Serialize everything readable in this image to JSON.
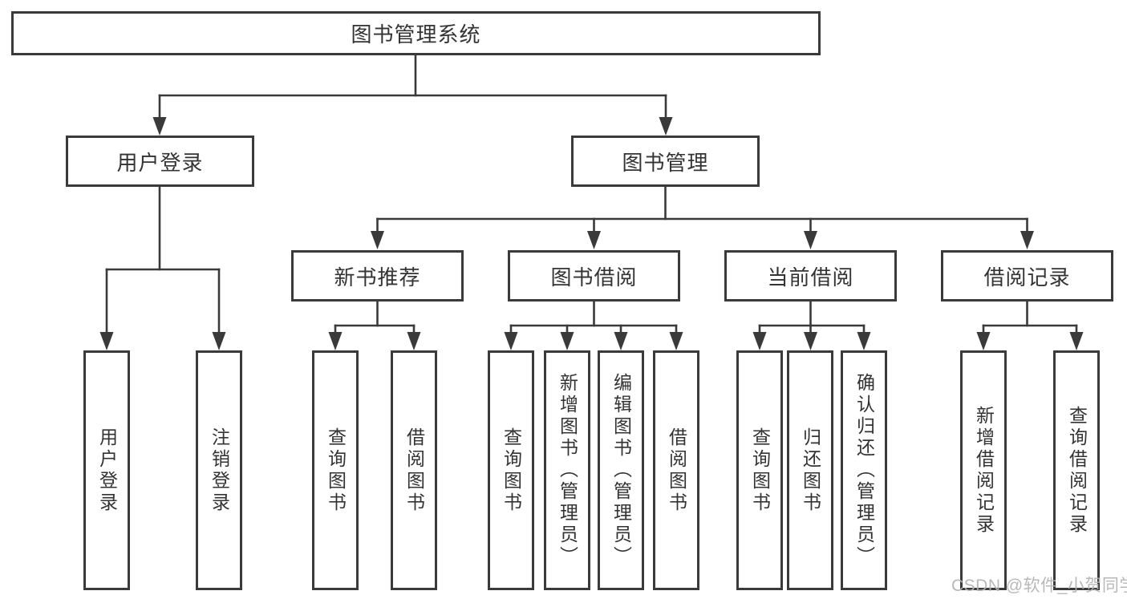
{
  "diagram": {
    "root": {
      "label": "图书管理系统"
    },
    "login": {
      "label": "用户登录",
      "children": [
        {
          "label": "用户登录"
        },
        {
          "label": "注销登录"
        }
      ]
    },
    "management": {
      "label": "图书管理",
      "groups": [
        {
          "label": "新书推荐",
          "children": [
            {
              "label": "查询图书"
            },
            {
              "label": "借阅图书"
            }
          ]
        },
        {
          "label": "图书借阅",
          "children": [
            {
              "label": "查询图书"
            },
            {
              "label": "新增图书（管理员）"
            },
            {
              "label": "编辑图书（管理员）"
            },
            {
              "label": "借阅图书"
            }
          ]
        },
        {
          "label": "当前借阅",
          "children": [
            {
              "label": "查询图书"
            },
            {
              "label": "归还图书"
            },
            {
              "label": "确认归还（管理员）"
            }
          ]
        },
        {
          "label": "借阅记录",
          "children": [
            {
              "label": "新增借阅记录"
            },
            {
              "label": "查询借阅记录"
            }
          ]
        }
      ]
    }
  },
  "watermark": {
    "text": "CSDN @软件_小贺同学"
  },
  "colors": {
    "line": "#3a3a3a",
    "text": "#333333",
    "watermark": "#b3b3b3",
    "canvas": "#ffffff"
  }
}
